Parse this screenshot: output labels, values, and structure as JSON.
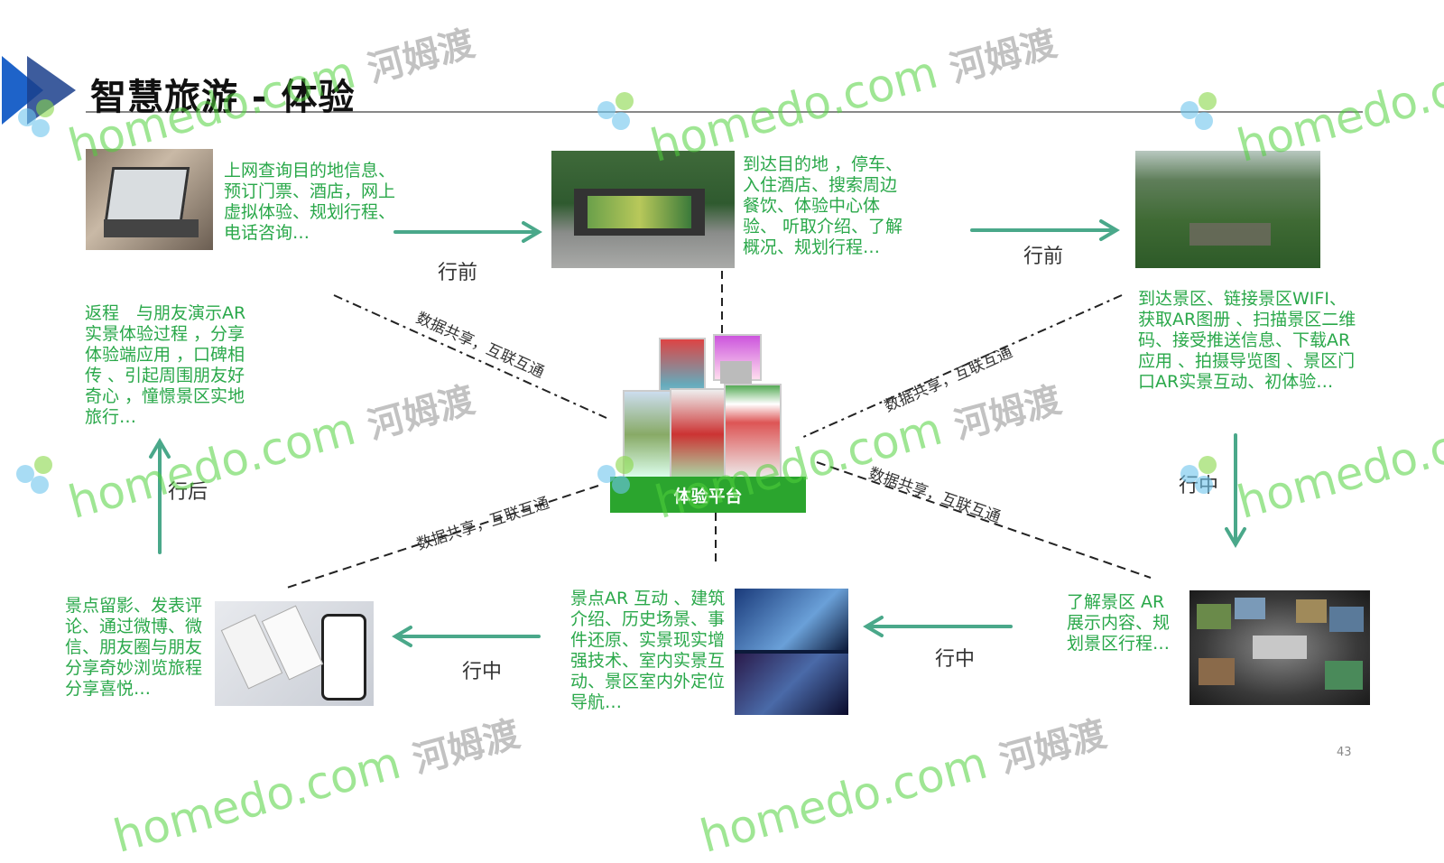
{
  "slide": {
    "title": "智慧旅游 - 体验",
    "page_number": "43"
  },
  "platform": {
    "label": "体验平台"
  },
  "steps": {
    "top_left": "上网查询目的地信息、预订门票、酒店，网上虚拟体验、规划行程、电话咨询…",
    "top_middle": "到达目的地 ，停车、入住酒店、搜索周边餐饮、体验中心体验、 听取介绍、了解概况、规划行程…",
    "right": "到达景区、链接景区WIFI、获取AR图册 、扫描景区二维码、接受推送信息、下载AR应用 、拍摄导览图 、景区门口AR实景互动、初体验…",
    "bottom_right": "了解景区 AR 展示内容、规划景区行程…",
    "bottom_middle": "景点AR 互动 、建筑介绍、历史场景、事件还原、实景现实增强技术、室内实景互动、景区室内外定位导航…",
    "bottom_left": "景点留影、发表评论、通过微博、微信、朋友圈与朋友分享奇妙浏览旅程分享喜悦…",
    "left": "返程　与朋友演示AR实景体验过程 ，分享体验端应用 ，口碑相传 、引起周围朋友好奇心 ，憧憬景区实地旅行…"
  },
  "arrows": {
    "a1": "行前",
    "a2": "行前",
    "a3": "行中",
    "a4": "行中",
    "a5": "行中",
    "a6": "行后"
  },
  "links": {
    "upper_left": "数据共享，互联互通",
    "upper_right": "数据共享，互联互通",
    "lower_left": "数据共享，互联互通",
    "lower_right": "数据共享，互联互通"
  },
  "watermark": {
    "domain": "homedo.com",
    "brand": "河姆渡"
  },
  "colors": {
    "accent_green": "#2aa84a",
    "arrow_teal": "#4aa88a",
    "platform_green": "#2ba52e",
    "chevron_blue": "#1e63c9"
  }
}
